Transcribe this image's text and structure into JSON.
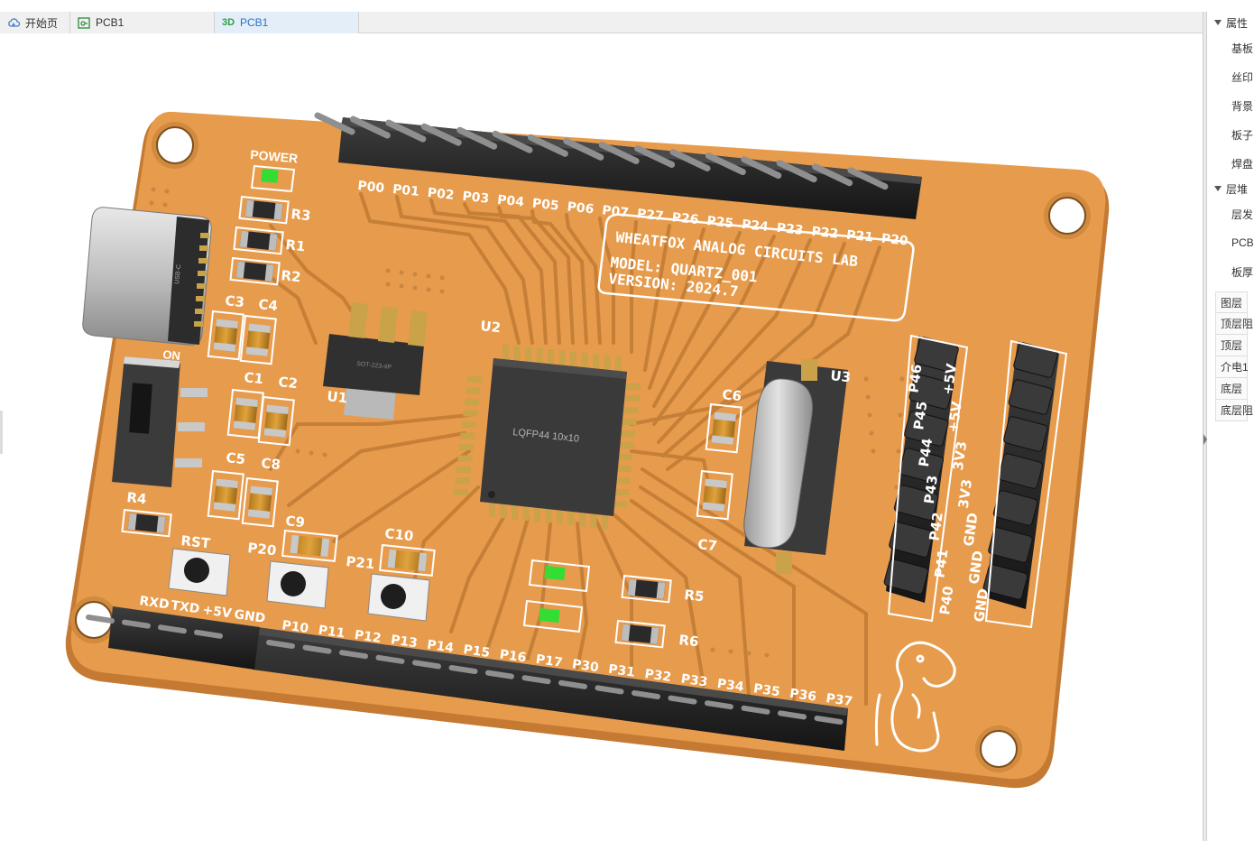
{
  "tabs": [
    {
      "label": "开始页",
      "icon": "cloud-icon"
    },
    {
      "label": "PCB1",
      "icon": "pcb-icon"
    },
    {
      "label": "PCB1",
      "icon": "3d-icon",
      "prefix": "3D",
      "active": true
    }
  ],
  "panel": {
    "sections": [
      {
        "title": "属性",
        "items": [
          "基板",
          "丝印",
          "背景",
          "板子",
          "焊盘"
        ]
      },
      {
        "title": "层堆",
        "items": [
          "层发",
          "PCB",
          "板厚"
        ]
      }
    ],
    "layers": [
      "图层",
      "顶层阻",
      "顶层",
      "介电1",
      "底层",
      "底层阻"
    ]
  },
  "board": {
    "power_label": "POWER",
    "title_lines": [
      "WHEATFOX ANALOG CIRCUITS LAB",
      "MODEL: QUARTZ_001",
      "VERSION: 2024.7"
    ],
    "chip_label": "LQFP44 10x10",
    "regulator_label": "SOT-223-4P",
    "usb_label": "USB-C",
    "switch_label": "ON",
    "top_header_labels": [
      "P00",
      "P01",
      "P02",
      "P03",
      "P04",
      "P05",
      "P06",
      "P07",
      "P27",
      "P26",
      "P25",
      "P24",
      "P23",
      "P22",
      "P21",
      "P20"
    ],
    "bottom_header_labels": [
      "P10",
      "P11",
      "P12",
      "P13",
      "P14",
      "P15",
      "P16",
      "P17",
      "P30",
      "P31",
      "P32",
      "P33",
      "P34",
      "P35",
      "P36",
      "P37"
    ],
    "uart_labels": [
      "RXD",
      "TXD",
      "+5V",
      "GND"
    ],
    "right_header1_labels": [
      "P40",
      "P41",
      "P42",
      "P43",
      "P44",
      "P45",
      "P46"
    ],
    "right_header2_labels": [
      "GND",
      "GND",
      "GND",
      "3V3",
      "3V3",
      "+5V",
      "+5V"
    ],
    "refdes": {
      "U1": "U1",
      "U2": "U2",
      "U3": "U3",
      "R1": "R1",
      "R2": "R2",
      "R3": "R3",
      "R4": "R4",
      "R5": "R5",
      "R6": "R6",
      "C1": "C1",
      "C2": "C2",
      "C3": "C3",
      "C4": "C4",
      "C5": "C5",
      "C6": "C6",
      "C7": "C7",
      "C8": "C8",
      "C9": "C9",
      "C10": "C10",
      "RST": "RST",
      "P20": "P20",
      "P21": "P21"
    },
    "colors": {
      "board": "#e79b4c",
      "board_edge": "#c47a33",
      "silk": "#ffffff",
      "chip": "#3a3a3a",
      "pin_gold": "#c9a24a",
      "led": "#33dd33",
      "header": "#262626"
    }
  }
}
